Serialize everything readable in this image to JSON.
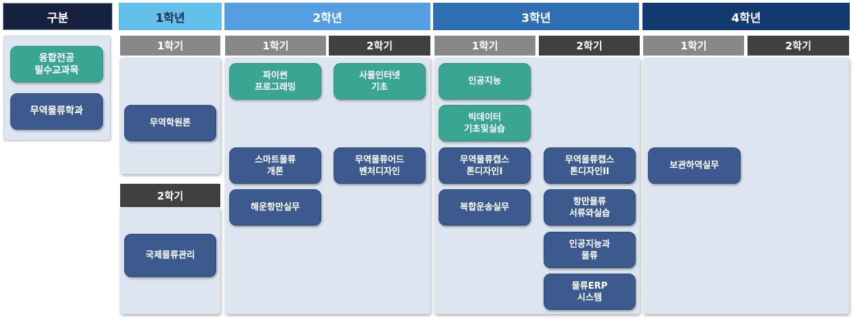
{
  "headers": {
    "category": "구분",
    "year1": "1학년",
    "year2": "2학년",
    "year3": "3학년",
    "year4": "4학년"
  },
  "semesters": {
    "y1s1": "1학기",
    "y1s2": "2학기",
    "y2s1": "1학기",
    "y2s2": "2학기",
    "y3s1": "1학기",
    "y3s2": "2학기",
    "y4s1": "1학기",
    "y4s2": "2학기"
  },
  "legend": {
    "convergence": "융합전공\n필수교과목",
    "department": "무역물류학과"
  },
  "courses": {
    "y1s1": [
      "무역학원론"
    ],
    "y1s2": [
      "국제물류관리"
    ],
    "y2s1": [
      "파이썬\n프로그래밍",
      "스마트물류\n개론",
      "해운항만실무"
    ],
    "y2s2": [
      "사물인터넷\n기초",
      "무역물류어드\n벤처디자인"
    ],
    "y3s1": [
      "인공지능",
      "빅데이터\n기초및실습",
      "무역물류캡스\n톤디자인I",
      "복합운송실무"
    ],
    "y3s2": [
      "무역물류캡스\n톤디자인II",
      "항만물류\n서류와실습",
      "인공지능과\n물류",
      "물류ERP\n시스템"
    ],
    "y4s1": [
      "보관하역실무"
    ]
  },
  "colors": {
    "convergence_course": "#3aa592",
    "department_course": "#3d5a8e",
    "panel_bg": "#dde5f0"
  }
}
